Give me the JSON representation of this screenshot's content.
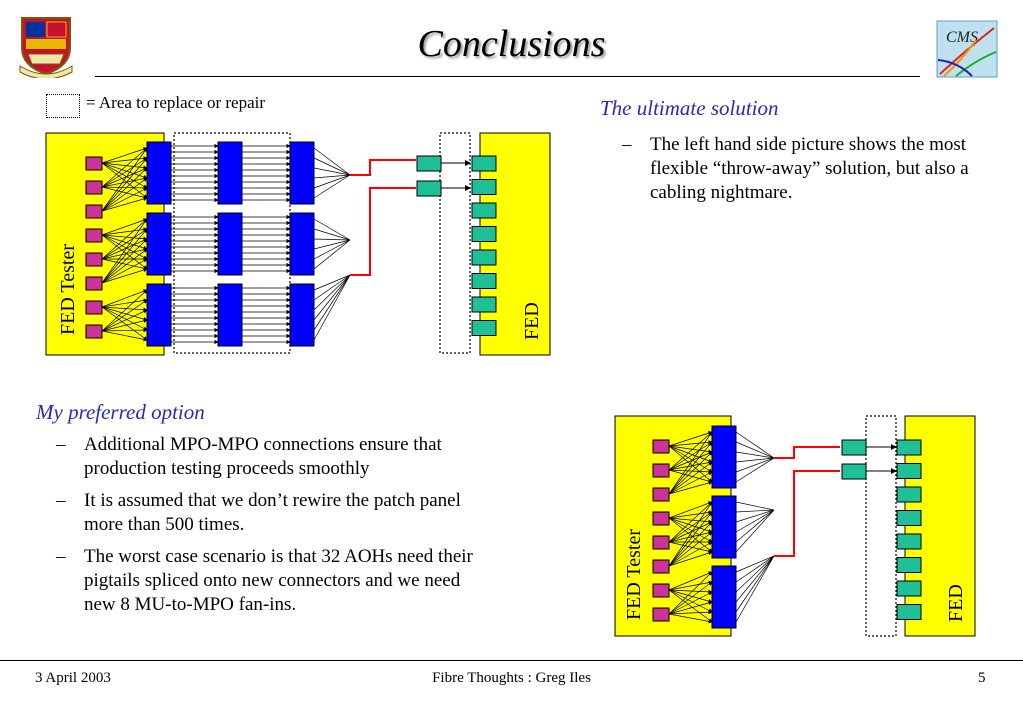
{
  "slide": {
    "title": "Conclusions",
    "legend_text": "= Area to replace or repair"
  },
  "diagram_labels": {
    "tester": "FED Tester",
    "fed": "FED"
  },
  "ultimate": {
    "heading": "The ultimate solution",
    "bullets": [
      "The left hand side picture shows the most flexible “throw-away” solution, but also a cabling nightmare."
    ]
  },
  "preferred": {
    "heading": "My preferred option",
    "bullets": [
      "Additional MPO-MPO connections ensure that production testing proceeds smoothly",
      "It is assumed that we don’t rewire the patch panel more than 500 times.",
      "The worst case scenario is that 32 AOHs need their pigtails spliced onto new connectors and we need new 8 MU-to-MPO fan-ins."
    ]
  },
  "footer": {
    "date": "3 April 2003",
    "center": "Fibre Thoughts : Greg Iles",
    "page": "5"
  },
  "colors": {
    "yellow": "#ffff00",
    "blue": "#0000ff",
    "magenta": "#cc3399",
    "teal": "#1fbf98",
    "red": "#ff0000",
    "heading": "#2929b8"
  }
}
